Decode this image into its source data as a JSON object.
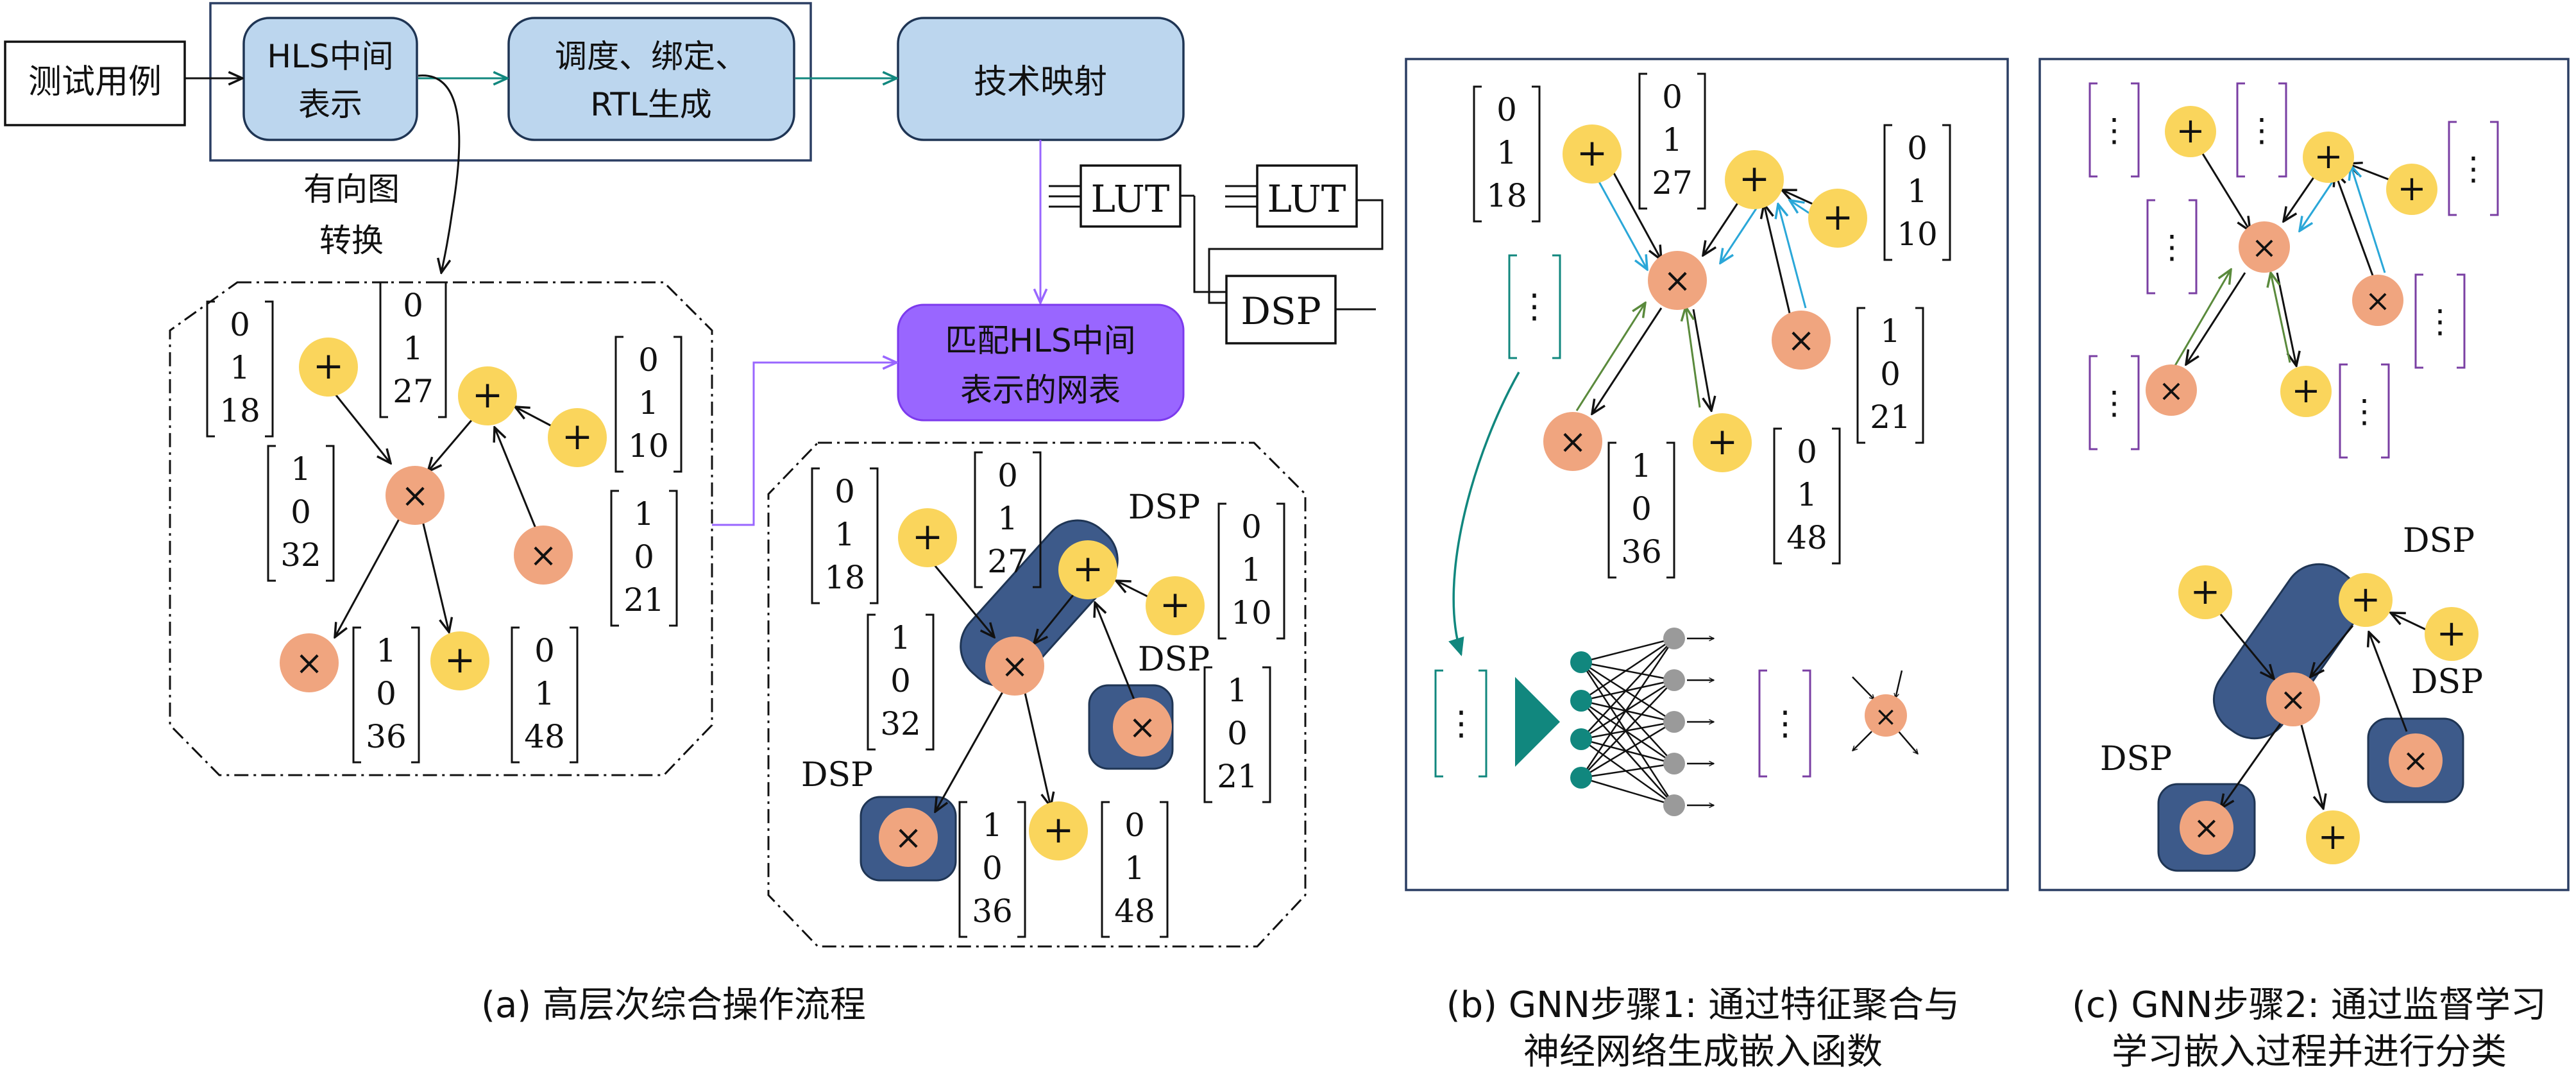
{
  "colors": {
    "box_fill": "#bcd6ee",
    "box_stroke": "#1f3554",
    "match_fill": "#9966ff",
    "match_stroke": "#7c3aed",
    "add_node": "#fad55c",
    "mul_node": "#f0a57f",
    "dsp_fill": "#3d5a8a",
    "teal": "#11877e",
    "cyan": "#2aa7d8",
    "green": "#5a8a3c",
    "purple": "#7a3fa3",
    "gray_node": "#9a9a9a",
    "frame": "#2b3e63"
  },
  "flow": {
    "test_case": "测试用例",
    "hls_ir_line1": "HLS中间",
    "hls_ir_line2": "表示",
    "schedule_line1": "调度、绑定、",
    "schedule_line2": "RTL生成",
    "tech_map": "技术映射",
    "graph_conv_line1": "有向图",
    "graph_conv_line2": "转换",
    "match_line1": "匹配HLS中间",
    "match_line2": "表示的网表",
    "lut": "LUT",
    "dsp": "DSP"
  },
  "symbols": {
    "add": "+",
    "mul": "×",
    "dots": "⋮"
  },
  "vectors": {
    "v_0_1_18": [
      "0",
      "1",
      "18"
    ],
    "v_0_1_27": [
      "0",
      "1",
      "27"
    ],
    "v_0_1_10": [
      "0",
      "1",
      "10"
    ],
    "v_1_0_32": [
      "1",
      "0",
      "32"
    ],
    "v_1_0_21": [
      "1",
      "0",
      "21"
    ],
    "v_1_0_36": [
      "1",
      "0",
      "36"
    ],
    "v_0_1_48": [
      "0",
      "1",
      "48"
    ]
  },
  "captions": {
    "a": "(a) 高层次综合操作流程",
    "b_line1": "(b) GNN步骤1: 通过特征聚合与",
    "b_line2": "神经网络生成嵌入函数",
    "c_line1": "(c) GNN步骤2: 通过监督学习",
    "c_line2": "学习嵌入过程并进行分类"
  }
}
